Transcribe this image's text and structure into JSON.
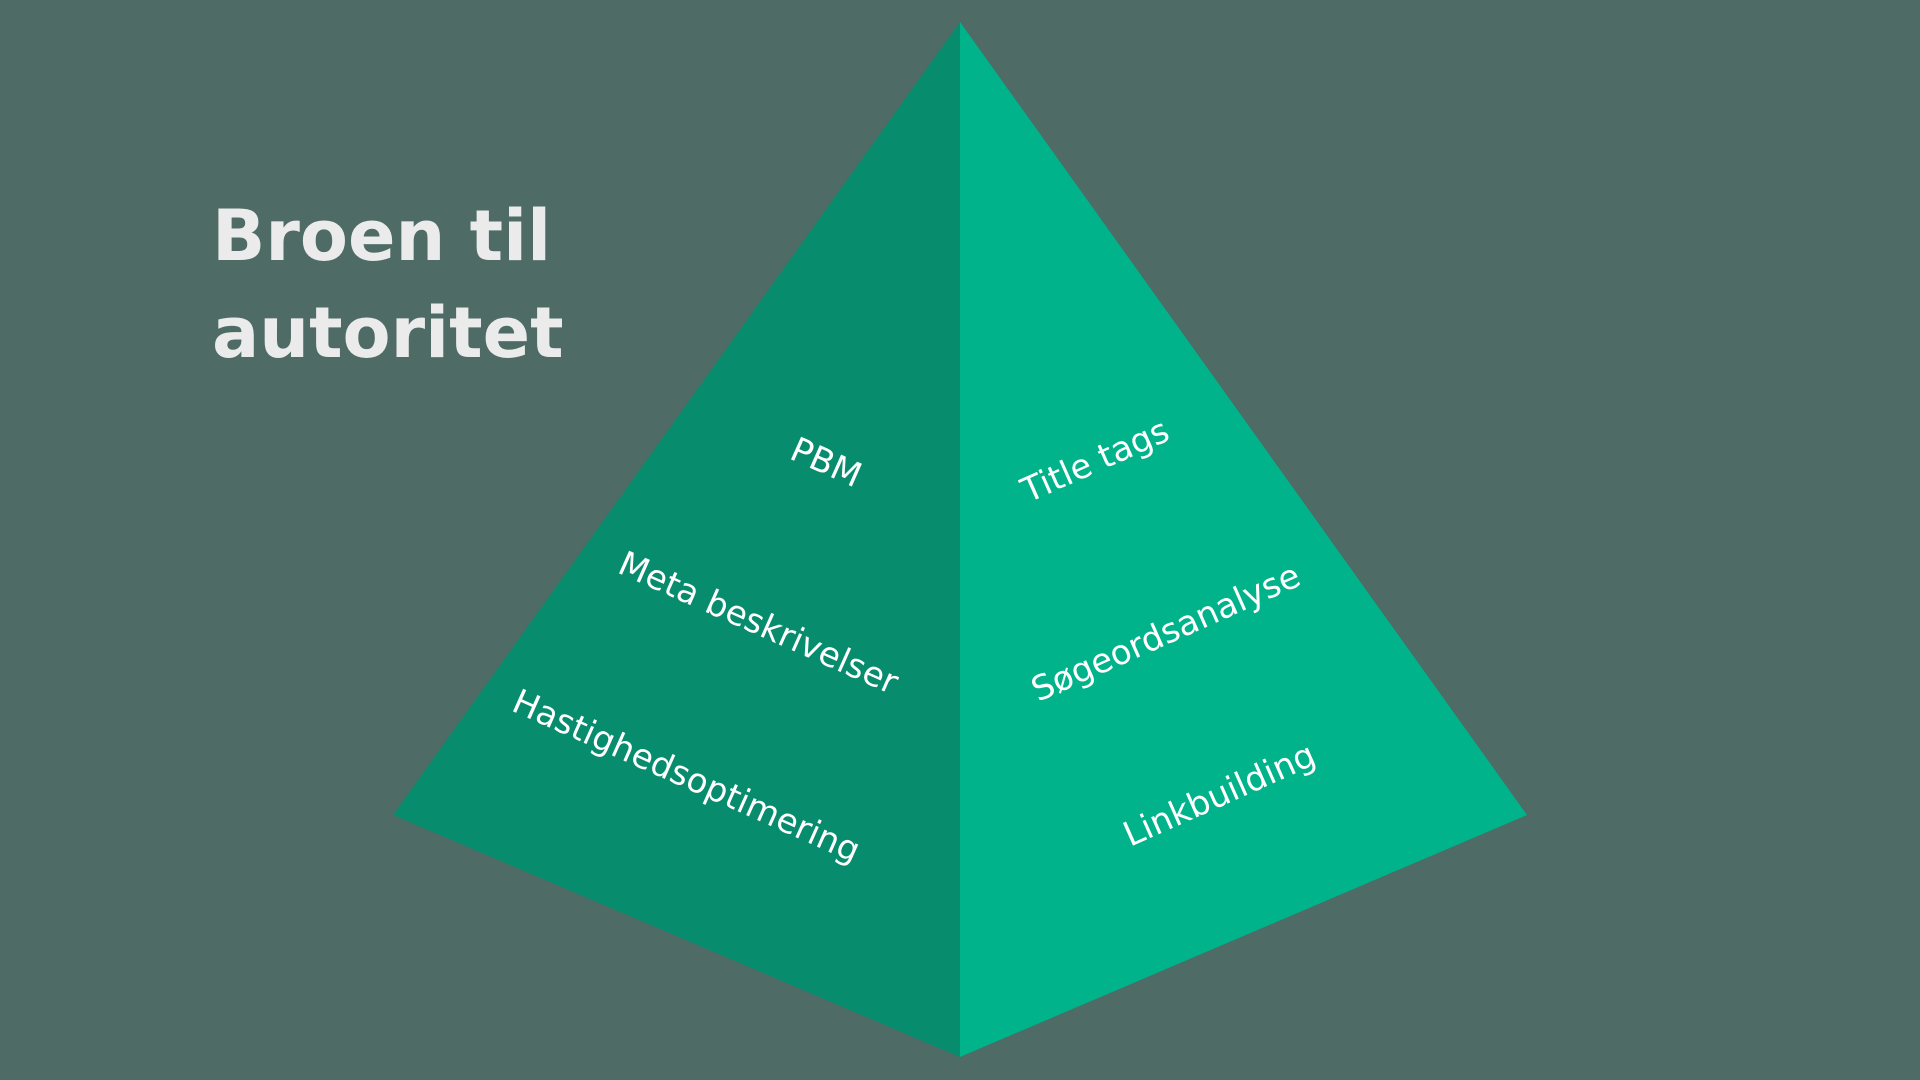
{
  "colors": {
    "background": "#4e6b65",
    "left_face": "#078c6d",
    "right_face": "#00b38a",
    "title_text": "#ebebeb",
    "label_text": "#ffffff"
  },
  "title": "Broen til autoritet",
  "left_face": {
    "items": [
      {
        "label": "PBM"
      },
      {
        "label": "Meta beskrivelser"
      },
      {
        "label": "Hastighedsoptimering"
      }
    ]
  },
  "right_face": {
    "items": [
      {
        "label": "Title tags"
      },
      {
        "label": "Søgeordsanalyse"
      },
      {
        "label": "Linkbuilding"
      }
    ]
  }
}
